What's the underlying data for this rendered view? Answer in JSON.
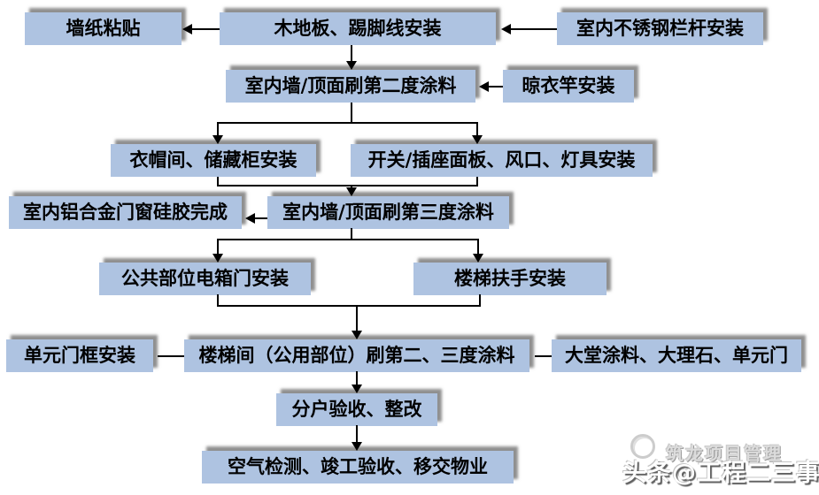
{
  "colors": {
    "background": "#ffffff",
    "box_fill": "#aec3e1",
    "box_shadow": "#737373",
    "connector": "#000000",
    "text": "#000000",
    "watermark_gray": "#cccccc"
  },
  "boxes": [
    {
      "id": "wallpaper-paste",
      "label": "墙纸粘贴"
    },
    {
      "id": "wood-floor-skirting-install",
      "label": "木地板、踢脚线安装"
    },
    {
      "id": "indoor-stainless-railing-install",
      "label": "室内不锈钢栏杆安装"
    },
    {
      "id": "wall-ceiling-second-coat",
      "label": "室内墙/顶面刷第二度涂料"
    },
    {
      "id": "clothes-pole-install",
      "label": "晾衣竿安装"
    },
    {
      "id": "cloakroom-storage-cabinet-install",
      "label": "衣帽间、储藏柜安装"
    },
    {
      "id": "switch-socket-vent-lamp-install",
      "label": "开关/插座面板、风口、灯具安装"
    },
    {
      "id": "aluminum-door-window-silicone-done",
      "label": "室内铝合金门窗硅胶完成"
    },
    {
      "id": "wall-ceiling-third-coat",
      "label": "室内墙/顶面刷第三度涂料"
    },
    {
      "id": "public-area-electric-box-door-install",
      "label": "公共部位电箱门安装"
    },
    {
      "id": "stair-handrail-install",
      "label": "楼梯扶手安装"
    },
    {
      "id": "unit-door-frame-install",
      "label": "单元门框安装"
    },
    {
      "id": "stairwell-public-second-third-coat",
      "label": "楼梯间（公用部位）刷第二、三度涂料"
    },
    {
      "id": "lobby-paint-marble-unit-door",
      "label": "大堂涂料、大理石、单元门"
    },
    {
      "id": "household-acceptance-rectify",
      "label": "分户验收、整改"
    },
    {
      "id": "air-test-completion-acceptance-handover",
      "label": "空气检测、竣工验收、移交物业"
    }
  ],
  "watermark": {
    "line1": "筑龙项目管理",
    "line2": "头条@工程二三事"
  }
}
